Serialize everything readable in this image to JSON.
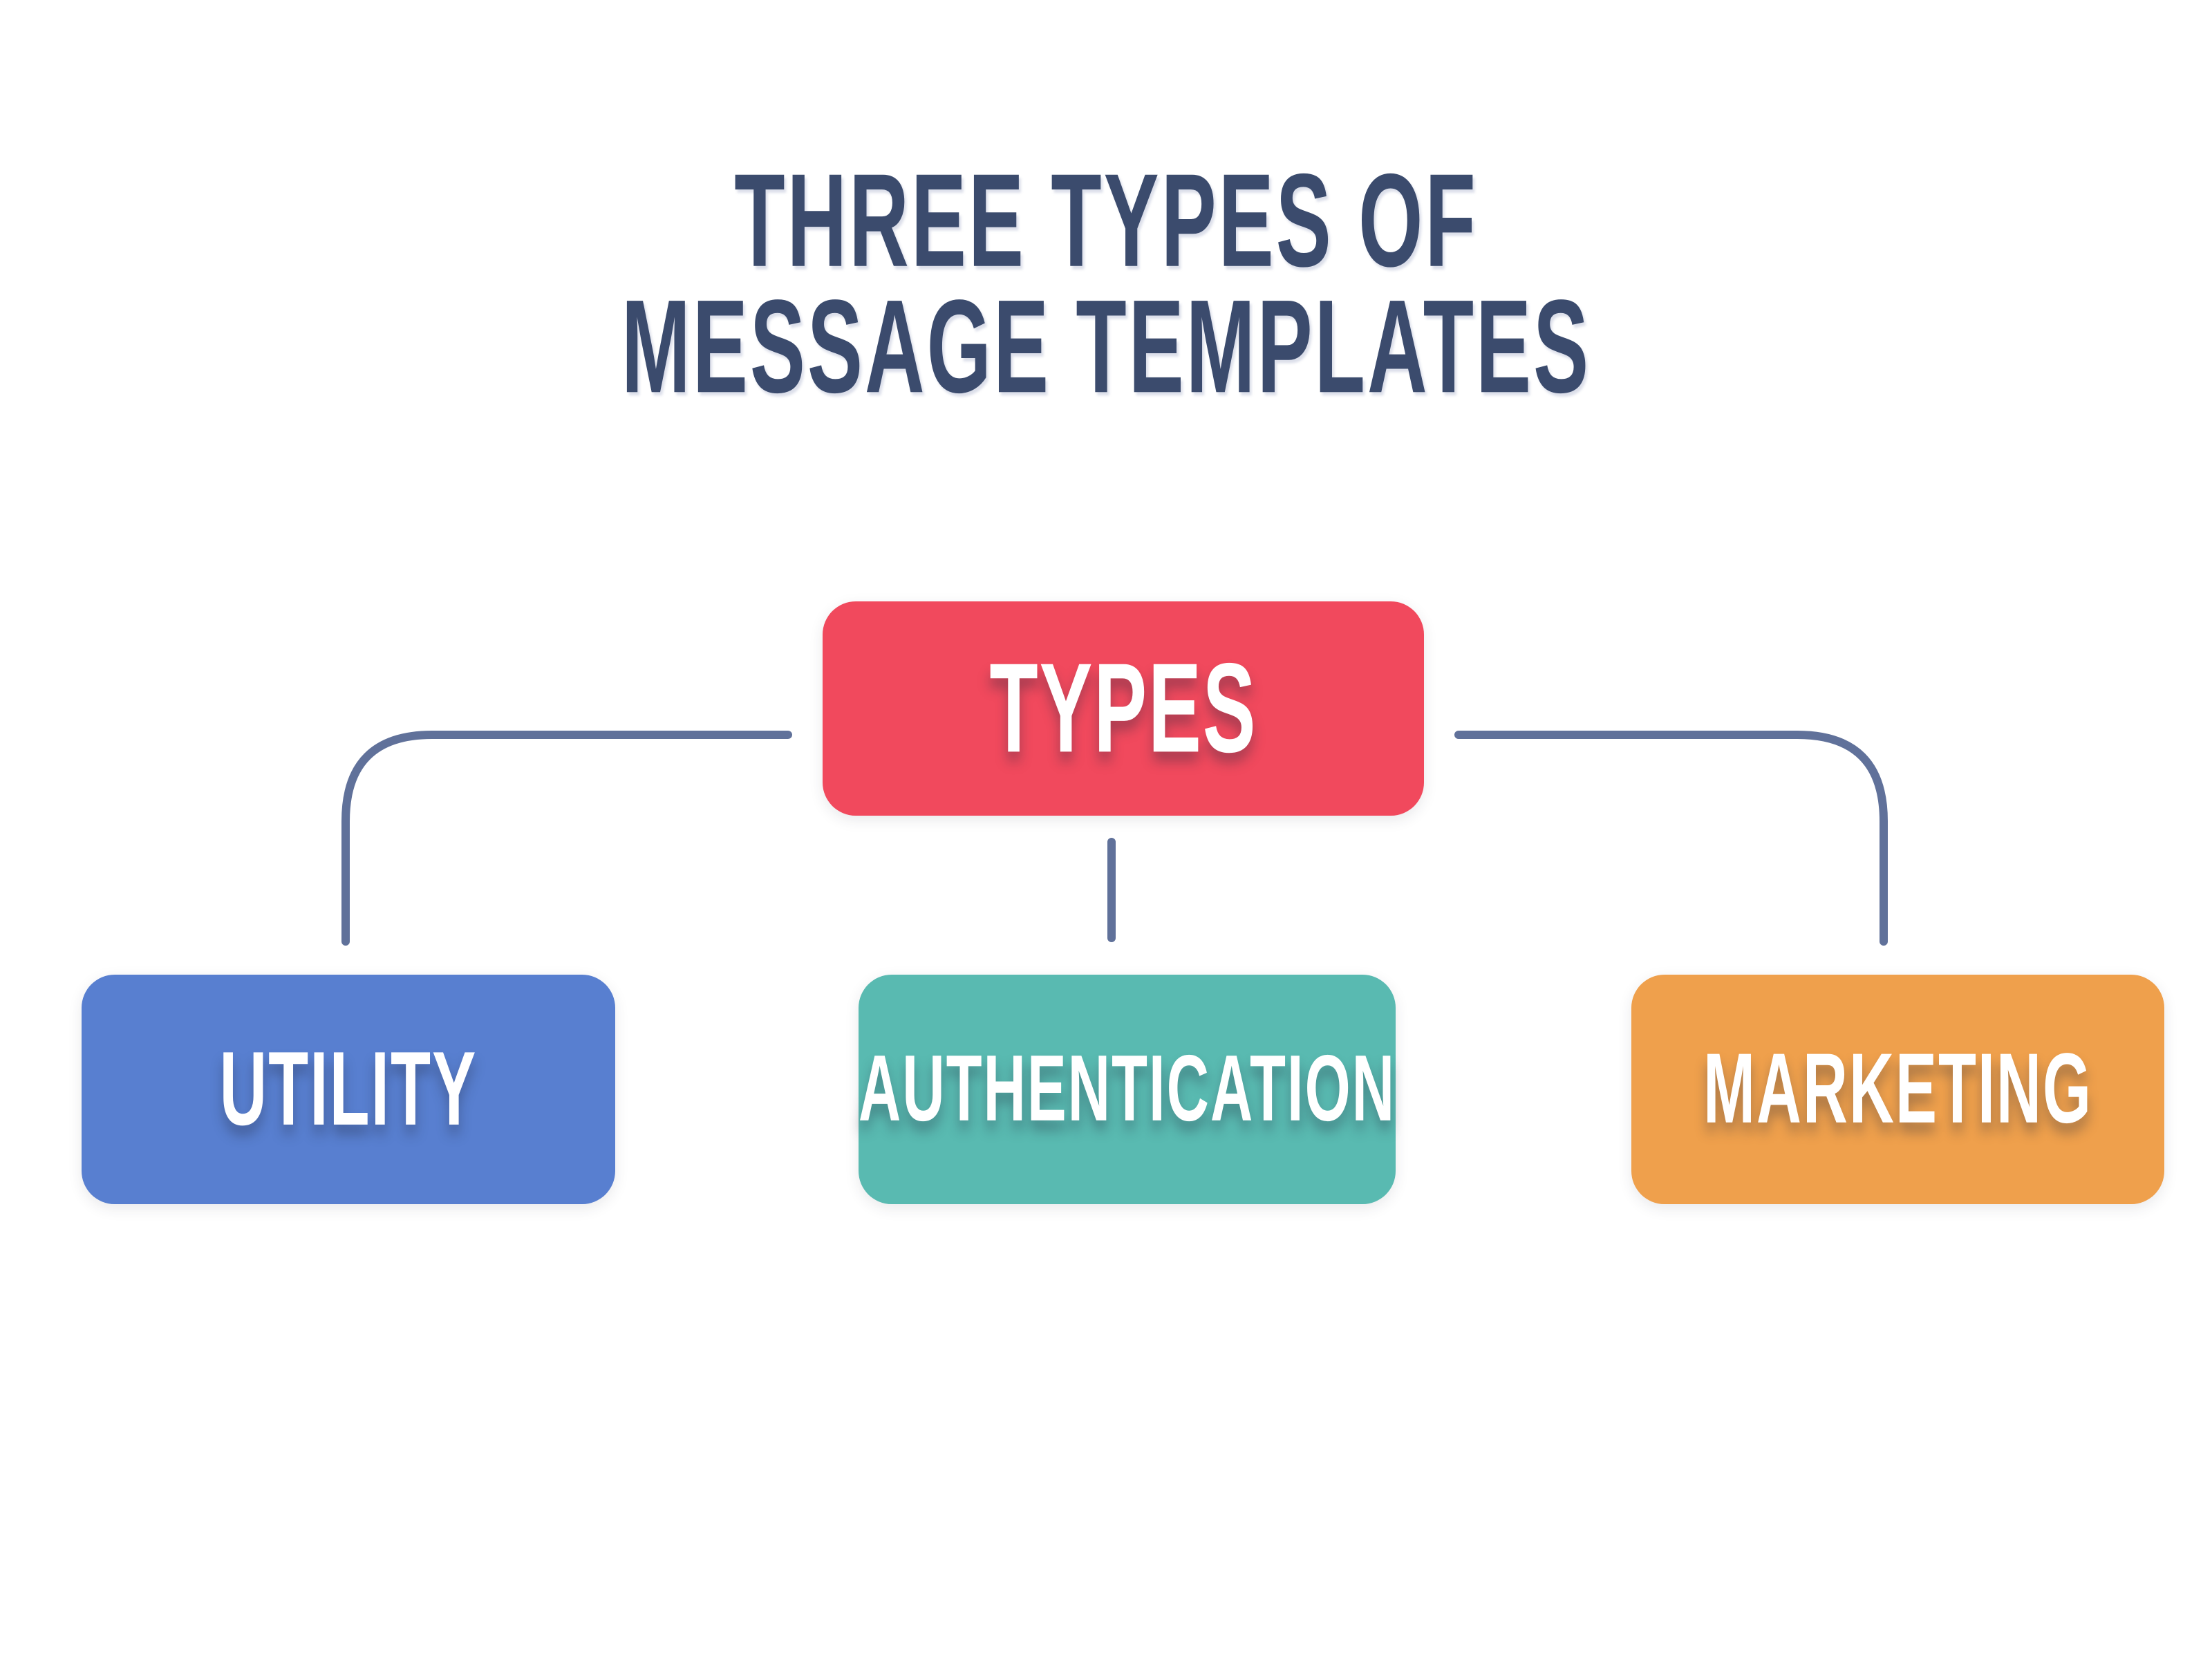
{
  "page": {
    "background": "#FFFFFF"
  },
  "title": {
    "line1": "THREE TYPES OF",
    "line2": "MESSAGE TEMPLATES",
    "color": "#3B4B6D"
  },
  "diagram": {
    "connector_color": "#60719A",
    "root": {
      "label": "TYPES",
      "color": "#F1495D",
      "text_color": "#FFFFFF"
    },
    "children": [
      {
        "label": "UTILITY",
        "color": "#587FD0",
        "text_color": "#FFFFFF"
      },
      {
        "label": "AUTHENTICATION",
        "color": "#59BAB1",
        "text_color": "#FFFFFF"
      },
      {
        "label": "MARKETING",
        "color": "#EFA04C",
        "text_color": "#FFFFFF"
      }
    ]
  }
}
